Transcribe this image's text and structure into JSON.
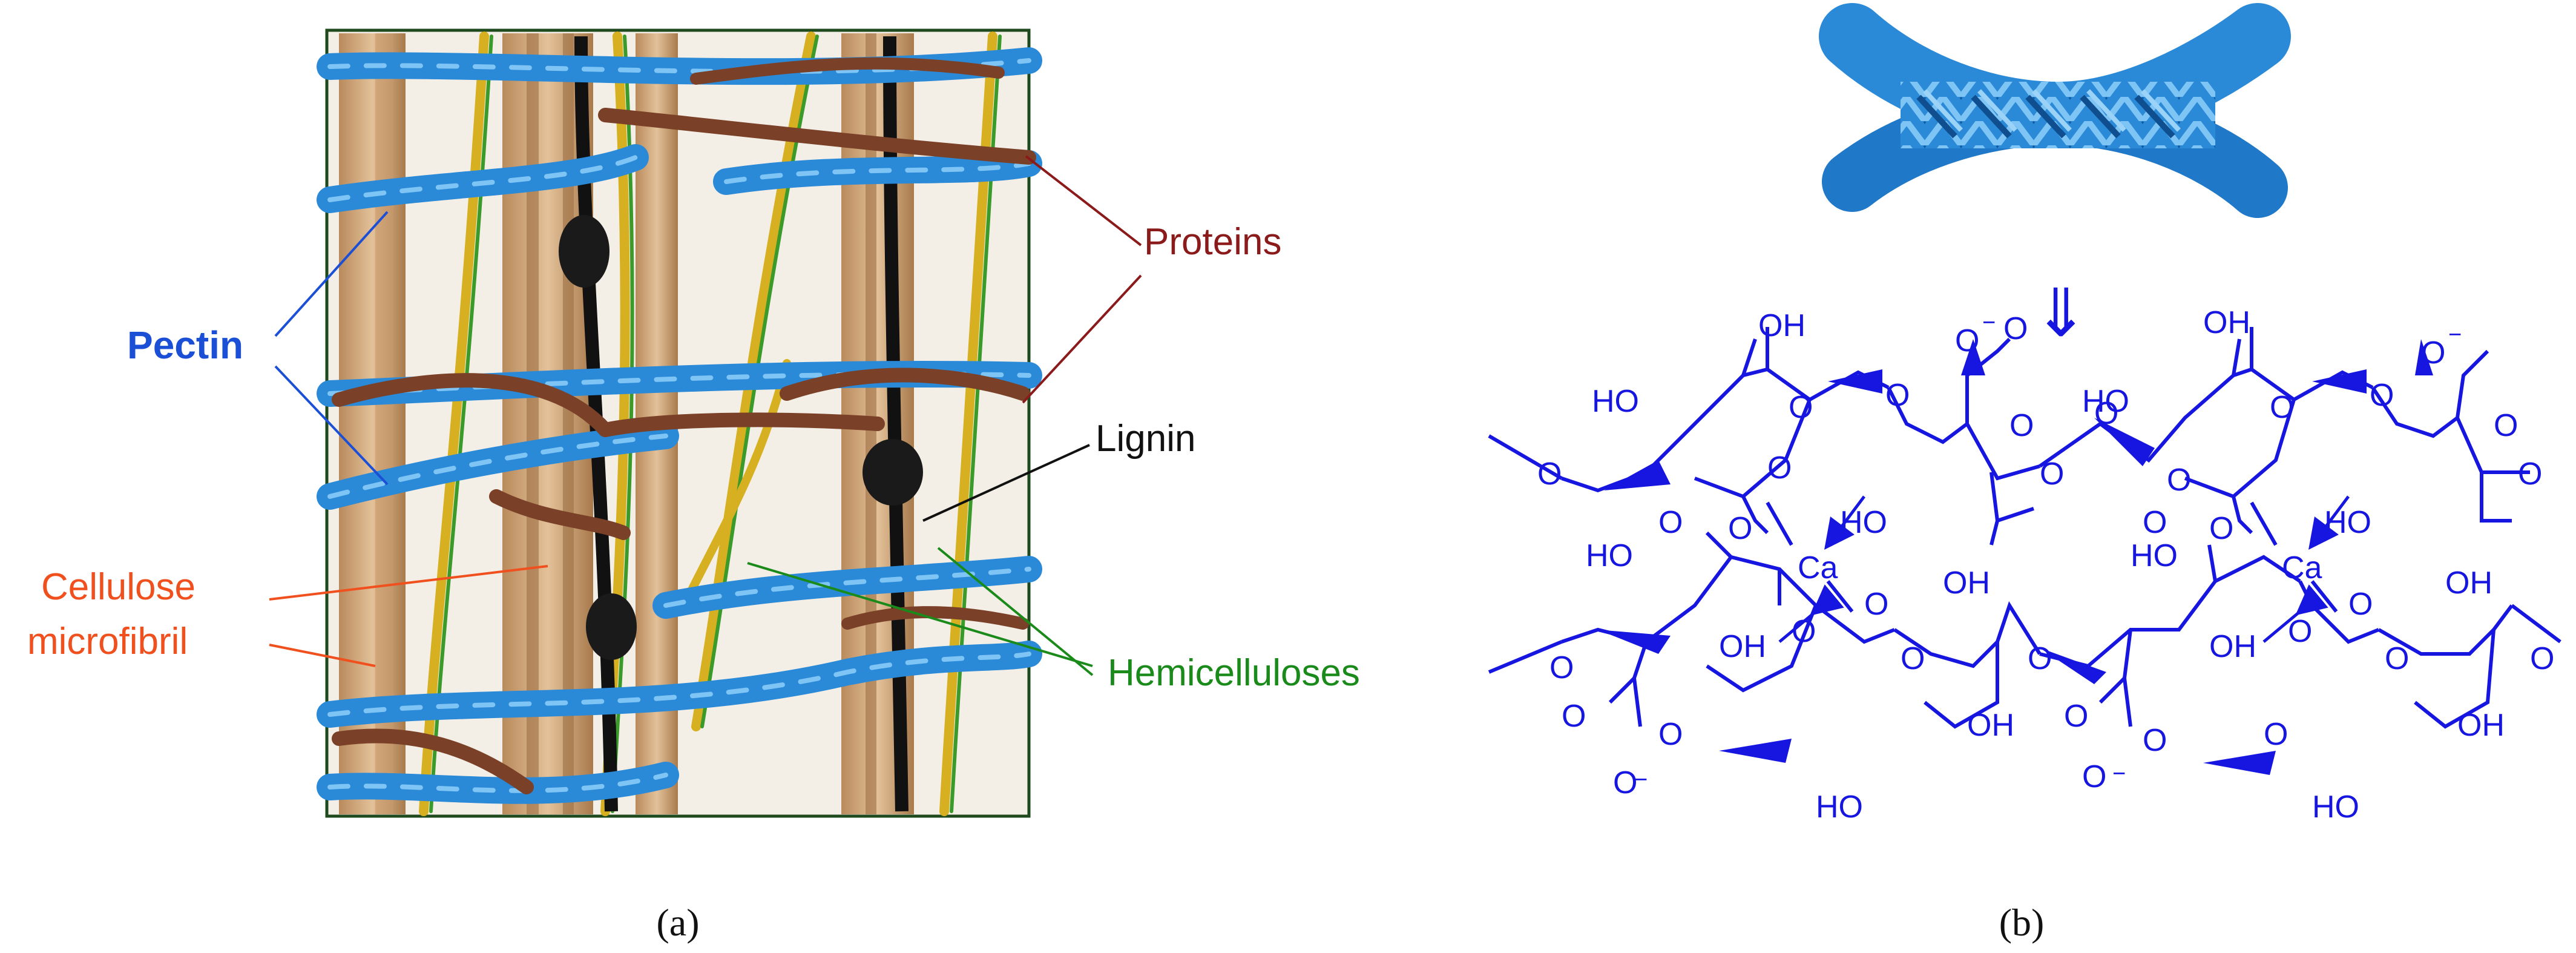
{
  "panel_a": {
    "caption": "(a)",
    "labels": {
      "pectin": "Pectin",
      "proteins": "Proteins",
      "lignin": "Lignin",
      "cellulose_line1": "Cellulose",
      "cellulose_line2": "microfibril",
      "hemicelluloses": "Hemicelluloses"
    },
    "colors": {
      "pectin": "#1a4fd6",
      "proteins": "#8b1a1a",
      "lignin": "#111111",
      "cellulose": "#f0501e",
      "hemicelluloses": "#1a8a1a",
      "frame": "#1e4a1e"
    }
  },
  "panel_b": {
    "caption": "(b)",
    "arrow": "⇓",
    "colors": {
      "chem": "#1616e0",
      "rope": "#2a8ad8"
    },
    "atoms": {
      "oh": "OH",
      "ho": "HO",
      "o": "O",
      "ca": "Ca",
      "minus": "−"
    }
  }
}
